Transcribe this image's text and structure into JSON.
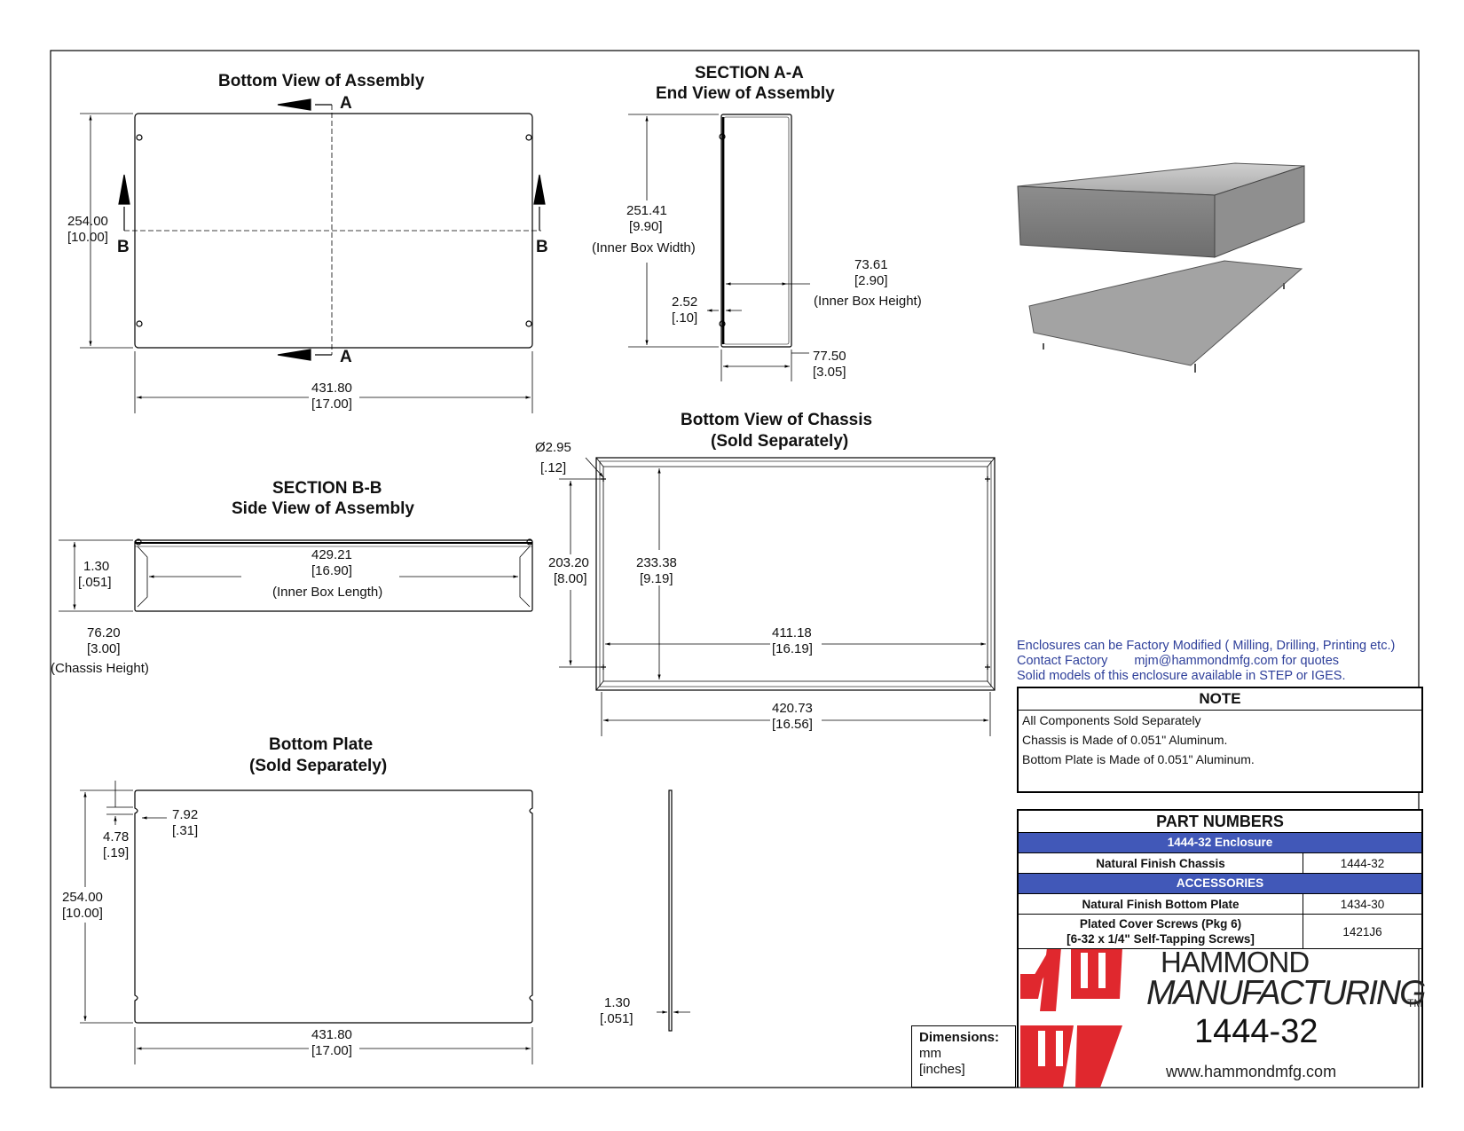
{
  "views": {
    "bottom_assembly": {
      "title": "Bottom View of Assembly",
      "section_mark": "A",
      "side_mark": "B",
      "height_mm": "254.00",
      "height_in": "[10.00]",
      "width_mm": "431.80",
      "width_in": "[17.00]"
    },
    "section_aa": {
      "title_1": "SECTION A-A",
      "title_2": "End View of Assembly",
      "inner_width_mm": "251.41",
      "inner_width_in": "[9.90]",
      "inner_width_label": "(Inner Box Width)",
      "inner_height_mm": "73.61",
      "inner_height_in": "[2.90]",
      "inner_height_label": "(Inner Box Height)",
      "wall_mm": "2.52",
      "wall_in": "[.10]",
      "depth_mm": "77.50",
      "depth_in": "[3.05]"
    },
    "section_bb": {
      "title_1": "SECTION B-B",
      "title_2": "Side View of Assembly",
      "thickness_mm": "1.30",
      "thickness_in": "[.051]",
      "inner_length_mm": "429.21",
      "inner_length_in": "[16.90]",
      "inner_length_label": "(Inner Box Length)",
      "chassis_height_mm": "76.20",
      "chassis_height_in": "[3.00]",
      "chassis_height_label": "(Chassis Height)"
    },
    "chassis": {
      "title_1": "Bottom View of Chassis",
      "title_2": "(Sold Separately)",
      "hole_mm": "Ø2.95",
      "hole_in": "[.12]",
      "hole_span_mm": "203.20",
      "hole_span_in": "[8.00]",
      "inner_mm": "233.38",
      "inner_in": "[9.19]",
      "hole_width_mm": "411.18",
      "hole_width_in": "[16.19]",
      "outer_mm": "420.73",
      "outer_in": "[16.56]"
    },
    "bottom_plate": {
      "title_1": "Bottom Plate",
      "title_2": "(Sold Separately)",
      "slot_mm": "7.92",
      "slot_in": "[.31]",
      "slot_w_mm": "4.78",
      "slot_w_in": "[.19]",
      "height_mm": "254.00",
      "height_in": "[10.00]",
      "width_mm": "431.80",
      "width_in": "[17.00]",
      "thickness_mm": "1.30",
      "thickness_in": "[.051]"
    }
  },
  "info_lines": [
    "Enclosures can be Factory Modified ( Milling, Drilling, Printing etc.)",
    "Solid models of this enclosure available in STEP or IGES."
  ],
  "contact": {
    "label": "Contact Factory",
    "email": "mjm@hammondmfg.com for quotes"
  },
  "note": {
    "title": "NOTE",
    "lines": [
      "All Components Sold Separately",
      "Chassis is Made of 0.051\" Aluminum.",
      "Bottom Plate is Made of 0.051\" Aluminum."
    ]
  },
  "part_numbers": {
    "title": "PART NUMBERS",
    "enclosure_band": "1444-32 Enclosure",
    "rows_1": [
      {
        "desc": "Natural Finish Chassis",
        "num": "1444-32"
      }
    ],
    "accessories_band": "ACCESSORIES",
    "rows_2": [
      {
        "desc": "Natural Finish Bottom Plate",
        "num": "1434-30"
      },
      {
        "desc": "Plated Cover Screws (Pkg 6)",
        "desc2": "[6-32 x 1/4\" Self-Tapping Screws]",
        "num": "1421J6"
      }
    ]
  },
  "brand": {
    "line1": "HAMMOND",
    "line2": "MANUFACTURING",
    "tm": "TM",
    "part": "1444-32",
    "website": "www.hammondmfg.com"
  },
  "dimensions_box": {
    "title": "Dimensions:",
    "unit1": "mm",
    "unit2": "[inches]"
  },
  "colors": {
    "accent_band": "#4158b8",
    "info_text": "#2e3f9a",
    "logo_red": "#e0282e"
  }
}
